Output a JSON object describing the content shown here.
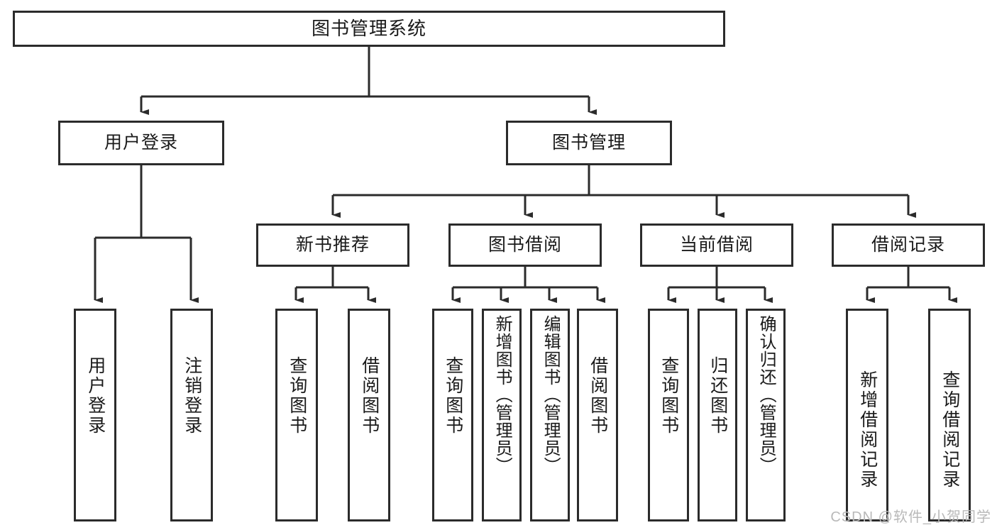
{
  "diagram": {
    "title": "图书管理系统",
    "type": "tree",
    "watermark": "CSDN @软件_小贺同学",
    "colors": {
      "box_stroke": "#2b2b2b",
      "box_fill": "#ffffff",
      "edge": "#2b2b2b",
      "text": "#1a1a1a",
      "watermark": "#b9b9b9"
    },
    "nodes": {
      "root": {
        "label": "图书管理系统"
      },
      "level2": [
        {
          "label": "用户登录"
        },
        {
          "label": "图书管理"
        }
      ],
      "level3": [
        {
          "label": "新书推荐"
        },
        {
          "label": "图书借阅"
        },
        {
          "label": "当前借阅"
        },
        {
          "label": "借阅记录"
        }
      ],
      "leaves": {
        "user_login": [
          {
            "label": "用户登录"
          },
          {
            "label": "注销登录"
          }
        ],
        "new_book_recommend": [
          {
            "label": "查询图书"
          },
          {
            "label": "借阅图书"
          }
        ],
        "book_borrow": [
          {
            "label": "查询图书"
          },
          {
            "label": "新增图书（管理员）"
          },
          {
            "label": "编辑图书（管理员）"
          },
          {
            "label": "借阅图书"
          }
        ],
        "current_borrow": [
          {
            "label": "查询图书"
          },
          {
            "label": "归还图书"
          },
          {
            "label": "确认归还（管理员）"
          }
        ],
        "borrow_record": [
          {
            "label": "新增借阅记录"
          },
          {
            "label": "查询借阅记录"
          }
        ]
      }
    }
  }
}
